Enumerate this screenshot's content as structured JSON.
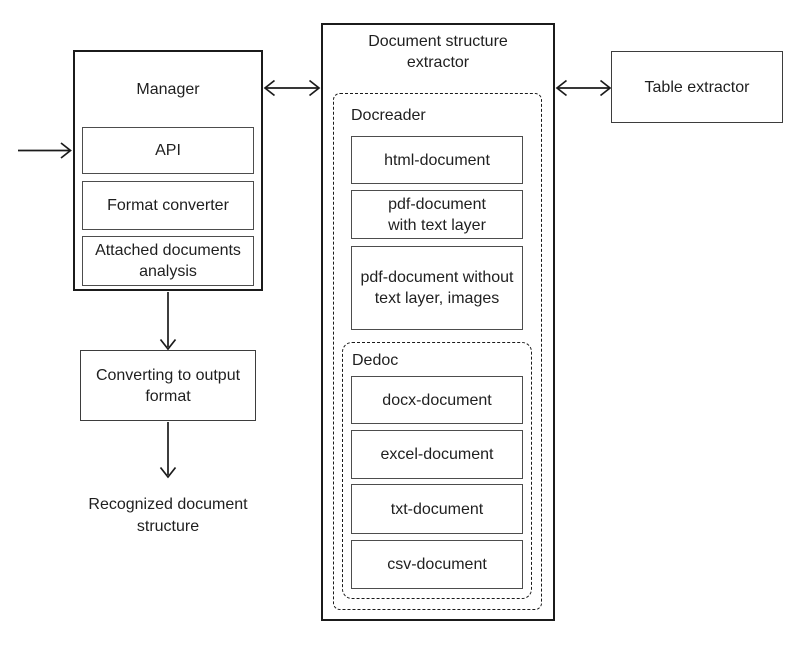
{
  "diagram": {
    "manager": {
      "title": "Manager",
      "api": "API",
      "format_converter": "Format converter",
      "attached_analysis": "Attached documents\nanalysis"
    },
    "extractor": {
      "title": "Document structure\nextractor",
      "docreader": {
        "title": "Docreader",
        "html_document": "html-document",
        "pdf_with_text": "pdf-document\nwith text layer",
        "pdf_without_text": "pdf-document without\ntext layer, images",
        "dedoc": {
          "title": "Dedoc",
          "docx_document": "docx-document",
          "excel_document": "excel-document",
          "txt_document": "txt-document",
          "csv_document": "csv-document"
        }
      }
    },
    "table_extractor": {
      "title": "Table extractor"
    },
    "converting": {
      "title": "Converting to output\nformat"
    },
    "recognized": {
      "title": "Recognized document\nstructure"
    }
  },
  "colors": {
    "background": "#ffffff",
    "border_strong": "#1b1b1b",
    "border_light": "#4d4d4d",
    "text": "#1f1f1f",
    "arrow": "#1b1b1b"
  }
}
